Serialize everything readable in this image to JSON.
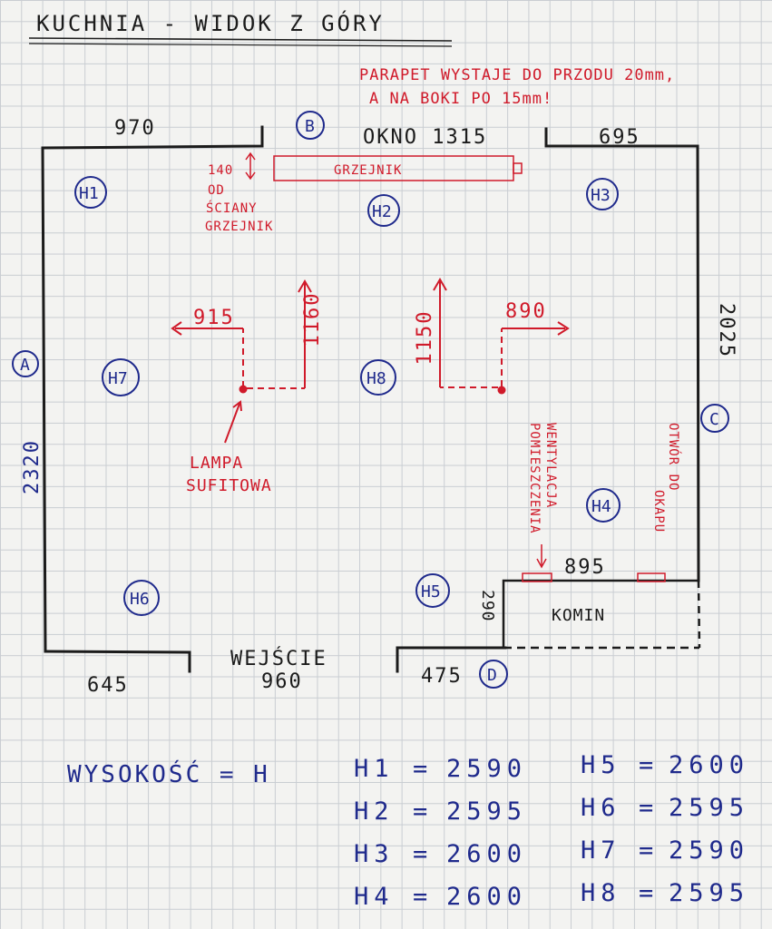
{
  "title": "KUCHNIA - WIDOK Z GÓRY",
  "note": {
    "line1": "PARAPET WYSTAJE DO PRZODU 20mm,",
    "line2": "A NA BOKI PO 15mm!"
  },
  "dimensions": {
    "top_left": "970",
    "window": "OKNO 1315",
    "top_right": "695",
    "right_wall": "2025",
    "left_wall": "2320",
    "bottom_left": "645",
    "entrance_label": "WEJŚCIE",
    "entrance": "960",
    "bottom_right": "475",
    "chimney_width": "895",
    "chimney_depth": "290"
  },
  "walls": {
    "A": "A",
    "B": "B",
    "C": "C",
    "D": "D"
  },
  "radiator": {
    "label": "GRZEJNIK",
    "offset": "140",
    "offset_note1": "OD",
    "offset_note2": "ŚCIANY",
    "offset_note3": "GRZEJNIK"
  },
  "lamp": {
    "label1": "LAMPA",
    "label2": "SUFITOWA",
    "left_x": "915",
    "left_y": "1160",
    "right_y": "1150",
    "right_x": "890"
  },
  "vents": {
    "room_vent1": "WENTYLACJA",
    "room_vent2": "POMIESZCZENIA",
    "stove_vent1": "OTWÓR DO",
    "stove_vent2": "OKAPU"
  },
  "chimney": "KOMIN",
  "markers": [
    "H1",
    "H2",
    "H3",
    "H4",
    "H5",
    "H6",
    "H7",
    "H8"
  ],
  "legend": "WYSOKOŚĆ = H",
  "heights": [
    {
      "name": "H1",
      "value": "2590"
    },
    {
      "name": "H2",
      "value": "2595"
    },
    {
      "name": "H3",
      "value": "2600"
    },
    {
      "name": "H4",
      "value": "2600"
    },
    {
      "name": "H5",
      "value": "2600"
    },
    {
      "name": "H6",
      "value": "2595"
    },
    {
      "name": "H7",
      "value": "2590"
    },
    {
      "name": "H8",
      "value": "2595"
    }
  ],
  "colors": {
    "ink_black": "#1b1b1b",
    "ink_blue": "#1f2a8c",
    "ink_red": "#d01a2a"
  }
}
